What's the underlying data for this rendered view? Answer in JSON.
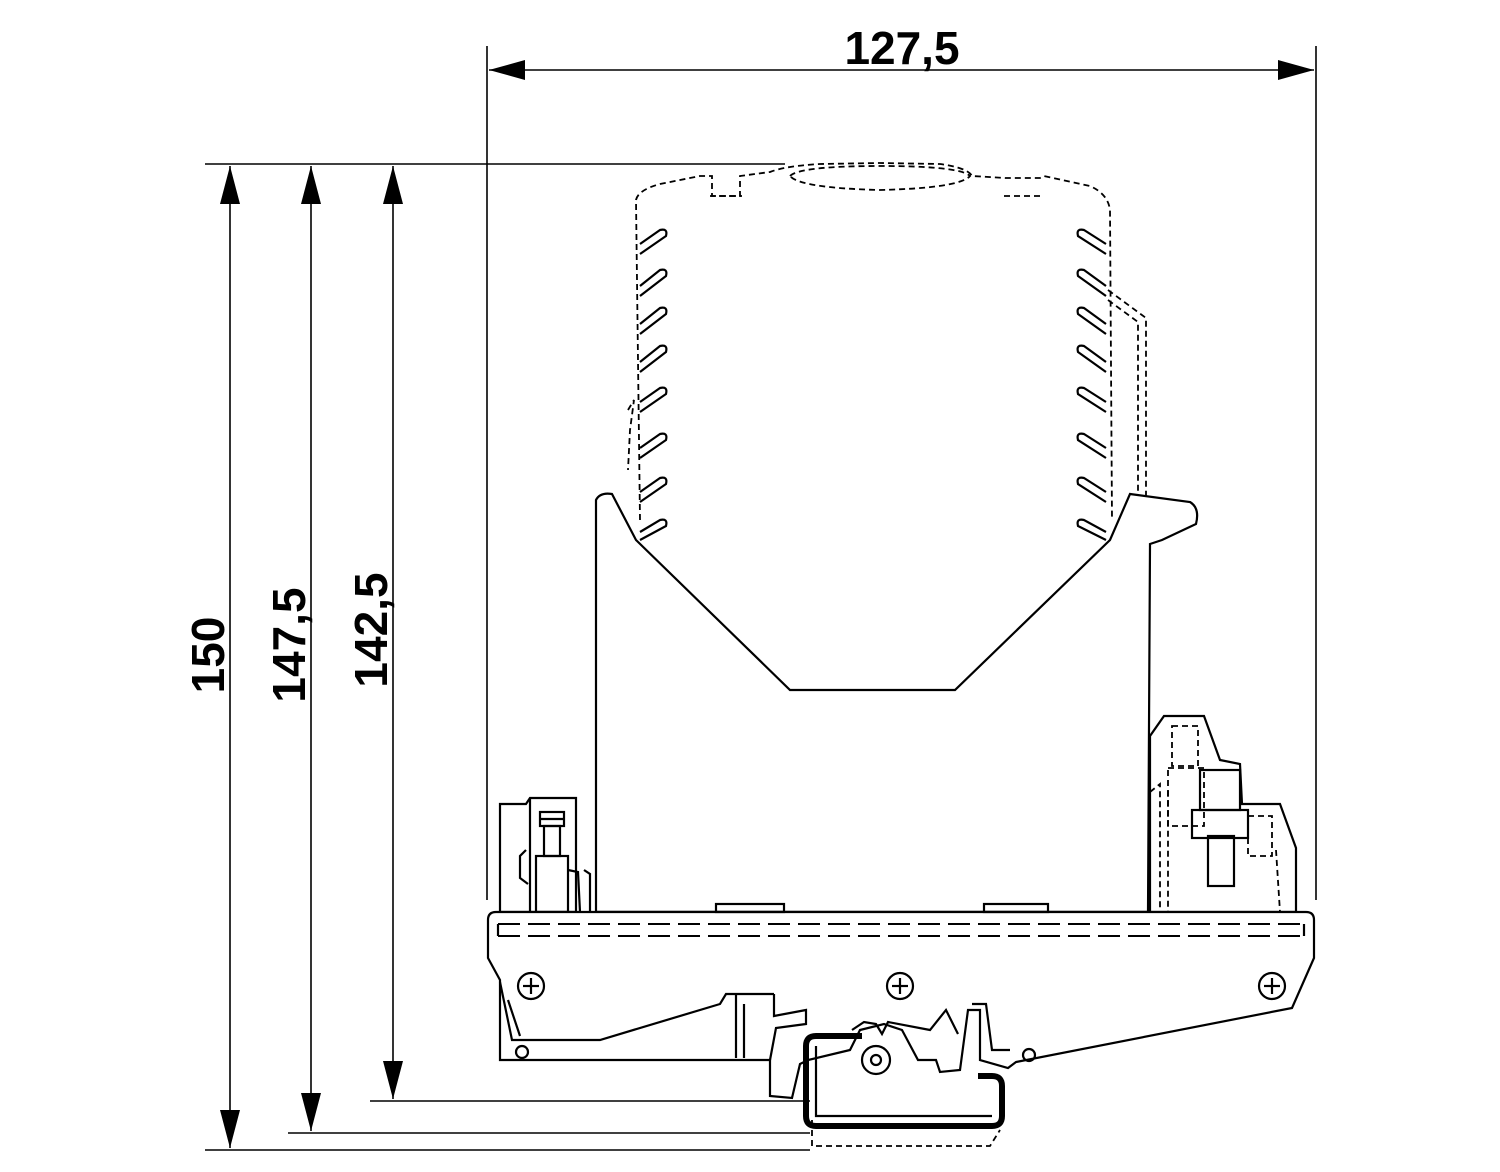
{
  "dimensions": {
    "width": "127,5",
    "height_total": "150",
    "height_mid": "147,5",
    "height_min": "142,5"
  }
}
